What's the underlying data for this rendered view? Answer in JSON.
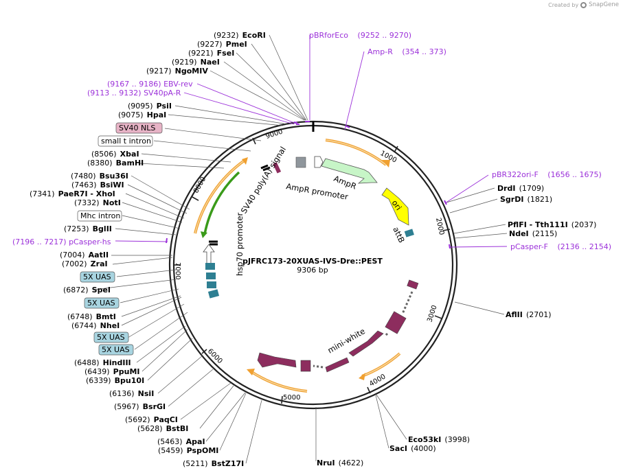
{
  "credit": {
    "prefix": "Created by",
    "brand": "SnapGene"
  },
  "plasmid": {
    "name": "pJFRC173-20XUAS-IVS-Dre::PEST",
    "size_label": "9306 bp",
    "length": 9306
  },
  "ticks": [
    "1000",
    "2000",
    "3000",
    "4000",
    "5000",
    "6000",
    "7000",
    "8000",
    "9000"
  ],
  "sites_left": [
    {
      "pos": "(9232)",
      "name": "EcoRI"
    },
    {
      "pos": "(9227)",
      "name": "PmeI"
    },
    {
      "pos": "(9221)",
      "name": "FseI"
    },
    {
      "pos": "(9219)",
      "name": "NaeI"
    },
    {
      "pos": "(9217)",
      "name": "NgoMIV"
    },
    {
      "pos": "(9095)",
      "name": "PsiI"
    },
    {
      "pos": "(9075)",
      "name": "HpaI"
    },
    {
      "pos": "(8506)",
      "name": "XbaI"
    },
    {
      "pos": "(8380)",
      "name": "BamHI"
    },
    {
      "pos": "(7480)",
      "name": "Bsu36I"
    },
    {
      "pos": "(7463)",
      "name": "BsiWI"
    },
    {
      "pos": "(7341)",
      "name": "PaeR7I  - XhoI"
    },
    {
      "pos": "(7332)",
      "name": "NotI"
    },
    {
      "pos": "(7253)",
      "name": "BglII"
    },
    {
      "pos": "(7004)",
      "name": "AatII"
    },
    {
      "pos": "(7002)",
      "name": "ZraI"
    },
    {
      "pos": "(6872)",
      "name": "SpeI"
    },
    {
      "pos": "(6748)",
      "name": "BmtI"
    },
    {
      "pos": "(6744)",
      "name": "NheI"
    },
    {
      "pos": "(6488)",
      "name": "HindIII"
    },
    {
      "pos": "(6439)",
      "name": "PpuMI"
    },
    {
      "pos": "(6339)",
      "name": "Bpu10I"
    },
    {
      "pos": "(6136)",
      "name": "NsiI"
    },
    {
      "pos": "(5967)",
      "name": "BsrGI"
    },
    {
      "pos": "(5692)",
      "name": "PaqCI"
    },
    {
      "pos": "(5628)",
      "name": "BstBI"
    },
    {
      "pos": "(5463)",
      "name": "ApaI"
    },
    {
      "pos": "(5459)",
      "name": "PspOMI"
    },
    {
      "pos": "(5211)",
      "name": "BstZ17I"
    }
  ],
  "sites_right": [
    {
      "pos": "(1709)",
      "name": "DrdI"
    },
    {
      "pos": "(1821)",
      "name": "SgrDI"
    },
    {
      "pos": "(2037)",
      "name": "PflFI  - Tth111I"
    },
    {
      "pos": "(2115)",
      "name": "NdeI"
    },
    {
      "pos": "(2701)",
      "name": "AflII"
    },
    {
      "pos": "(3998)",
      "name": "Eco53kI"
    },
    {
      "pos": "(4000)",
      "name": "SacI"
    },
    {
      "pos": "(4622)",
      "name": "NruI"
    }
  ],
  "primers": [
    {
      "name": "pBRforEco",
      "range": "(9252 .. 9270)"
    },
    {
      "name": "Amp-R",
      "range": "(354 .. 373)"
    },
    {
      "name": "EBV-rev",
      "range": "(9167 .. 9186)"
    },
    {
      "name": "SV40pA-R",
      "range": "(9113 .. 9132)"
    },
    {
      "name": "pBR322ori-F",
      "range": "(1656 .. 1675)"
    },
    {
      "name": "pCasper-F",
      "range": "(2136 .. 2154)"
    },
    {
      "name": "pCasper-hs",
      "range": "(7196 .. 7217)"
    }
  ],
  "boxed_features": [
    {
      "label": "SV40 NLS",
      "color": "#e7b3c6"
    },
    {
      "label": "small t intron",
      "color": "#ffffff"
    },
    {
      "label": "Mhc intron",
      "color": "#ffffff"
    },
    {
      "label": "5X UAS",
      "color": "#a8d4e0"
    },
    {
      "label": "5X UAS",
      "color": "#a8d4e0"
    },
    {
      "label": "5X UAS",
      "color": "#a8d4e0"
    },
    {
      "label": "5X UAS",
      "color": "#a8d4e0"
    }
  ],
  "features": [
    {
      "label": "AmpR",
      "color": "#c7f5c7"
    },
    {
      "label": "AmpR promoter",
      "color": "#ffffff"
    },
    {
      "label": "ori",
      "color": "#ffff00"
    },
    {
      "label": "attB",
      "color": "#2e7f92"
    },
    {
      "label": "mini-white",
      "color": "#8d2d5e"
    },
    {
      "label": "hsp70 promoter",
      "color": "#ffffff"
    },
    {
      "label": "SV40 poly(A) signal",
      "color": "#8d2d5e"
    }
  ],
  "colors": {
    "primer": "#9b30d9",
    "orf_arrow": "#f0a030",
    "orf_green": "#3a9b1a",
    "backbone": "#222222"
  }
}
